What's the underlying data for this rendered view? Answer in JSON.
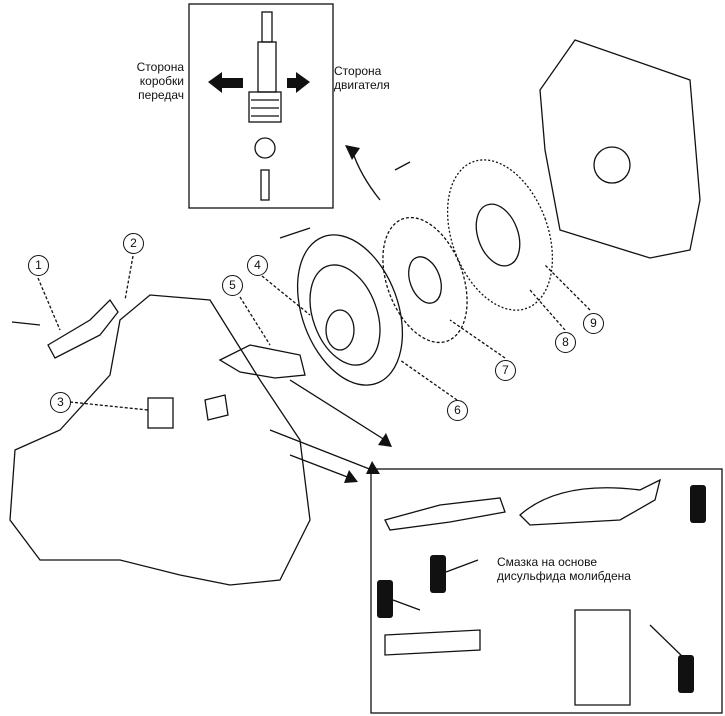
{
  "inset_top": {
    "left_label": "Сторона коробки передач",
    "right_label": "Сторона двигателя"
  },
  "inset_bottom": {
    "grease_label": "Смазка на основе дисульфида молибдена"
  },
  "callouts": [
    "1",
    "2",
    "3",
    "4",
    "5",
    "6",
    "7",
    "8",
    "9"
  ]
}
